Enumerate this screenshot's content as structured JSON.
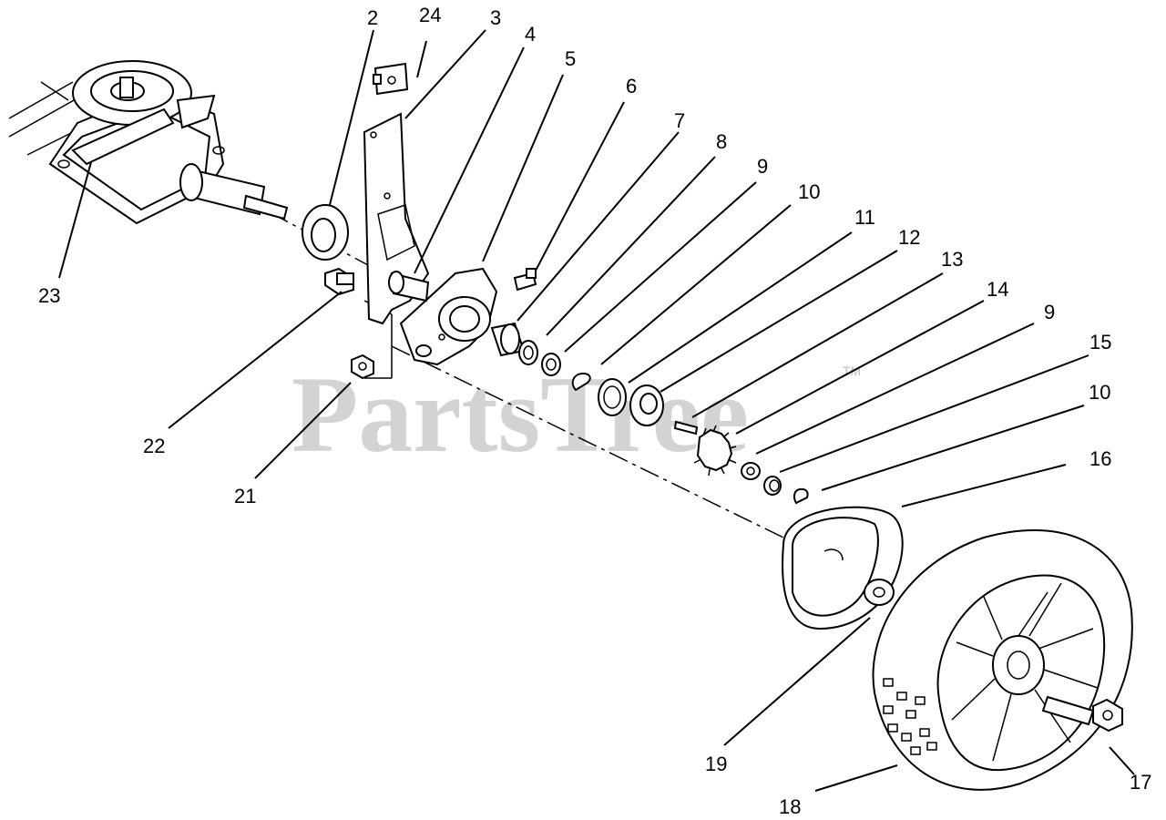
{
  "watermark": {
    "text": "PartsTree",
    "trademark": "TM"
  },
  "callouts": [
    "2",
    "24",
    "3",
    "4",
    "5",
    "6",
    "7",
    "8",
    "9",
    "10",
    "11",
    "12",
    "13",
    "14",
    "9",
    "15",
    "10",
    "16",
    "23",
    "22",
    "21",
    "19",
    "18",
    "17"
  ],
  "colors": {
    "line": "#000000",
    "background": "#ffffff",
    "watermark": "#cfcfcf"
  }
}
